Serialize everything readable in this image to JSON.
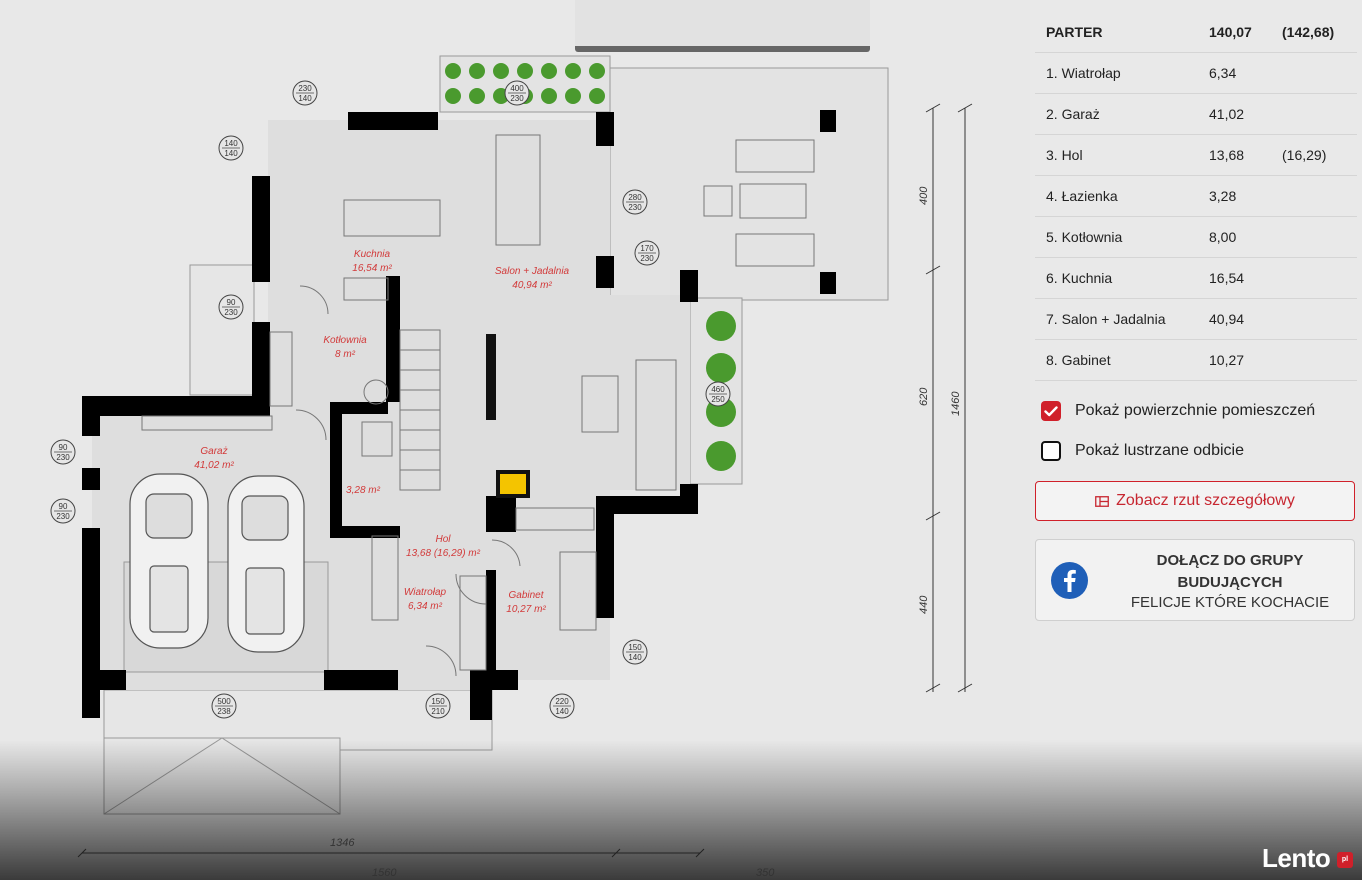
{
  "room_labels": {
    "kuchnia": "Kuchnia",
    "kuchnia_area": "16,54 m²",
    "salon": "Salon + Jadalnia",
    "salon_area": "40,94 m²",
    "kotlownia": "Kotłownia",
    "kotlownia_area": "8 m²",
    "garaz": "Garaż",
    "garaz_area": "41,02 m²",
    "lazienka_area": "3,28 m²",
    "hol": "Hol",
    "hol_area": "13,68 (16,29) m²",
    "wiatrolap": "Wiatrołap",
    "wiatrolap_area": "6,34 m²",
    "gabinet": "Gabinet",
    "gabinet_area": "10,27 m²"
  },
  "dimension_labels": {
    "right_400": "400",
    "right_620": "620",
    "right_440": "440",
    "right_1460": "1460",
    "bottom_1346": "1346",
    "bottom_1560": "1560",
    "bottom_350": "350"
  },
  "window_badges": [
    {
      "top": "230",
      "bottom": "140"
    },
    {
      "top": "140",
      "bottom": "140"
    },
    {
      "top": "400",
      "bottom": "230"
    },
    {
      "top": "280",
      "bottom": "230"
    },
    {
      "top": "170",
      "bottom": "230"
    },
    {
      "top": "90",
      "bottom": "230"
    },
    {
      "top": "460",
      "bottom": "250"
    },
    {
      "top": "90",
      "bottom": "230"
    },
    {
      "top": "90",
      "bottom": "230"
    },
    {
      "top": "500",
      "bottom": "238"
    },
    {
      "top": "150",
      "bottom": "210"
    },
    {
      "top": "220",
      "bottom": "140"
    },
    {
      "top": "150",
      "bottom": "140"
    }
  ],
  "table": {
    "header": {
      "name": "PARTER",
      "area": "140,07",
      "area2": "(142,68)"
    },
    "rows": [
      {
        "name": "1. Wiatrołap",
        "area": "6,34",
        "area2": ""
      },
      {
        "name": "2. Garaż",
        "area": "41,02",
        "area2": ""
      },
      {
        "name": "3. Hol",
        "area": "13,68",
        "area2": "(16,29)"
      },
      {
        "name": "4. Łazienka",
        "area": "3,28",
        "area2": ""
      },
      {
        "name": "5. Kotłownia",
        "area": "8,00",
        "area2": ""
      },
      {
        "name": "6. Kuchnia",
        "area": "16,54",
        "area2": ""
      },
      {
        "name": "7. Salon + Jadalnia",
        "area": "40,94",
        "area2": ""
      },
      {
        "name": "8. Gabinet",
        "area": "10,27",
        "area2": ""
      }
    ]
  },
  "options": {
    "show_areas_label": "Pokaż powierzchnie pomieszczeń",
    "show_areas_checked": true,
    "mirror_label": "Pokaż lustrzane odbicie",
    "mirror_checked": false
  },
  "detail_button": {
    "label": "Zobacz rzut szczegółowy",
    "icon": "floorplan-icon"
  },
  "facebook": {
    "title": "DOŁĄCZ DO GRUPY BUDUJĄCYCH",
    "subtitle": "FELICJE KTÓRE KOCHACIE",
    "icon": "facebook-icon"
  },
  "watermark": {
    "text": "Lento",
    "suffix": "pl"
  },
  "colors": {
    "accent": "#d0202a",
    "facebook": "#1f5fb8",
    "room_label": "#d23a3a",
    "wall": "#000000"
  }
}
